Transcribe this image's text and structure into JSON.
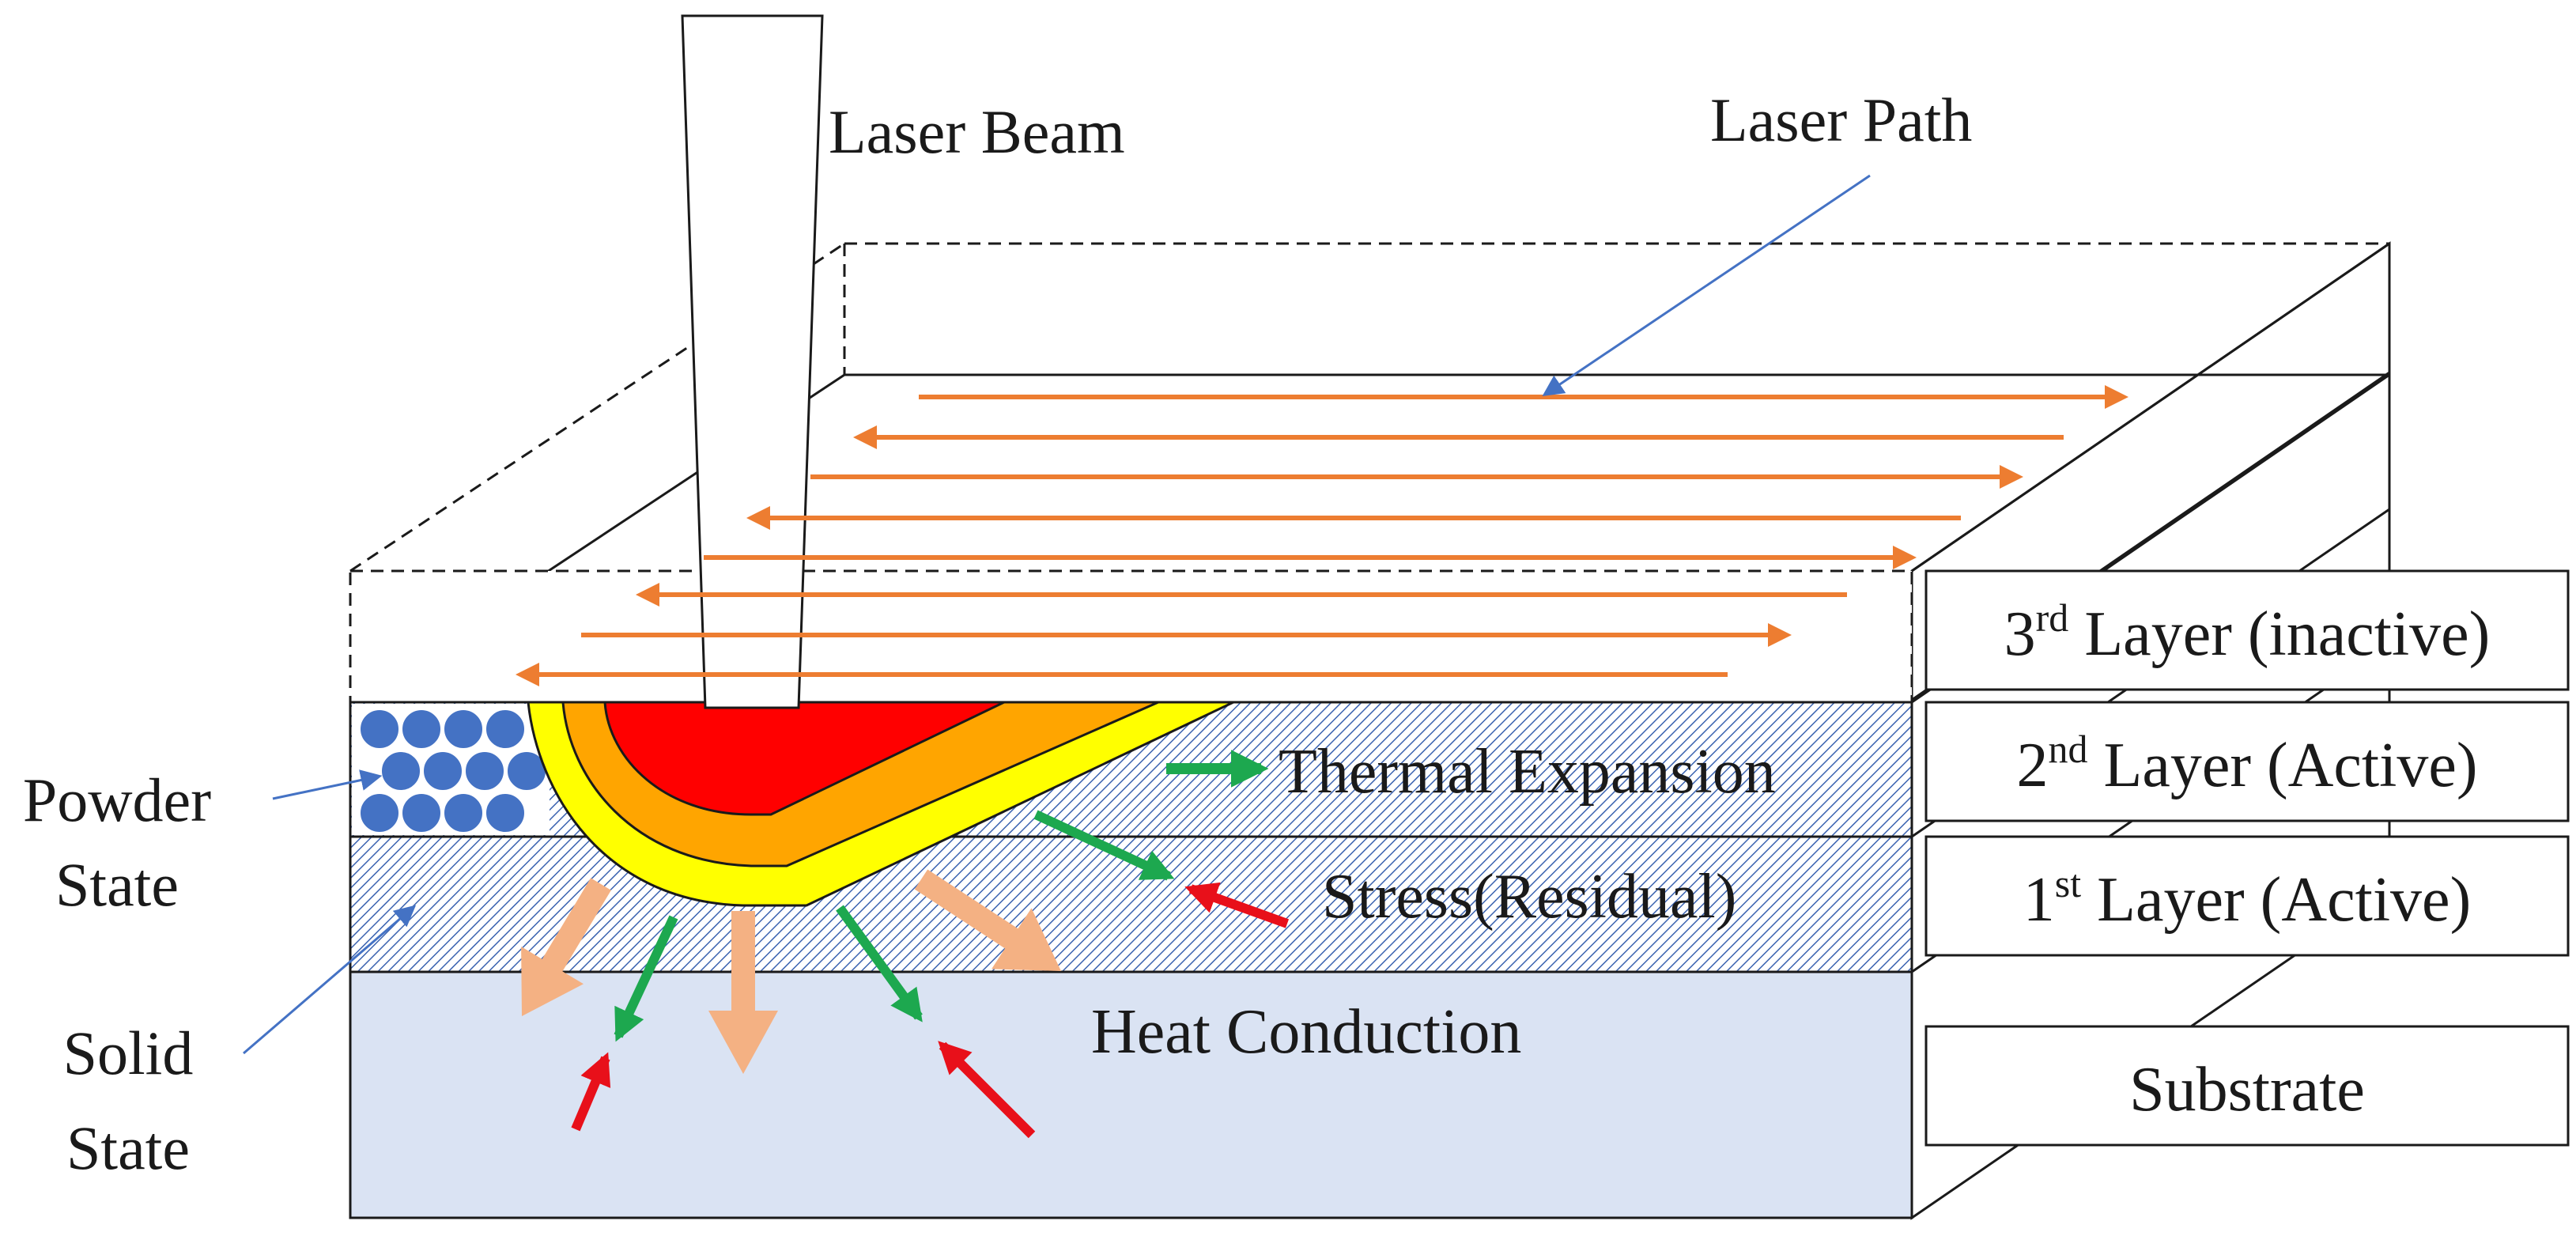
{
  "labels": {
    "laser_beam": "Laser Beam",
    "laser_path": "Laser Path",
    "thermal_expansion": "Thermal Expansion",
    "stress_residual": "Stress(Residual)",
    "heat_conduction": "Heat  Conduction",
    "powder_state_line1": "Powder",
    "powder_state_line2": "State",
    "solid_state_line1": "Solid",
    "solid_state_line2": "State"
  },
  "layers": {
    "layer3": {
      "ordinal": "3",
      "suffix": "rd",
      "text": " Layer (inactive)"
    },
    "layer2": {
      "ordinal": "2",
      "suffix": "nd",
      "text": " Layer (Active)"
    },
    "layer1": {
      "ordinal": "1",
      "suffix": "st",
      "text": " Layer  (Active)"
    },
    "substrate": "Substrate"
  },
  "colors": {
    "laser_path_arrow": "#ED7D31",
    "thermal_expansion_arrow": "#1DA84F",
    "residual_stress_arrow": "#E8101A",
    "heat_conduction_arrow": "#F4B183",
    "substrate_fill": "#DAE3F3",
    "powder_particle": "#4472C4",
    "melt_pool_core": "#FF0000",
    "melt_pool_mid": "#FFA500",
    "melt_pool_outer": "#FFFF00",
    "pointer_line": "#4472C4"
  }
}
